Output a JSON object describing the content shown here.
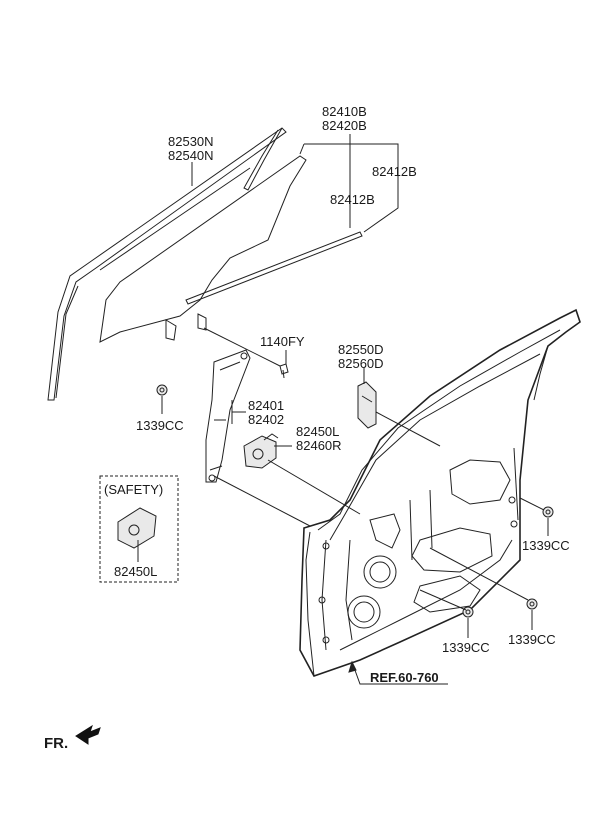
{
  "labels": {
    "glass_run_1": "82530N",
    "glass_run_2": "82540N",
    "glass_1": "82410B",
    "glass_2": "82420B",
    "channel_right": "82412B",
    "channel_mid": "82412B",
    "bolt": "1140FY",
    "nut_left": "1339CC",
    "regulator_1": "82401",
    "regulator_2": "82402",
    "motor_1": "82450L",
    "motor_2": "82460R",
    "sash_1": "82550D",
    "sash_2": "82560D",
    "safety_box_title": "(SAFETY)",
    "safety_motor": "82450L",
    "nut_right_upper": "1339CC",
    "nut_bottom_mid": "1339CC",
    "nut_bottom_right": "1339CC",
    "ref": "REF.60-760",
    "front": "FR."
  }
}
